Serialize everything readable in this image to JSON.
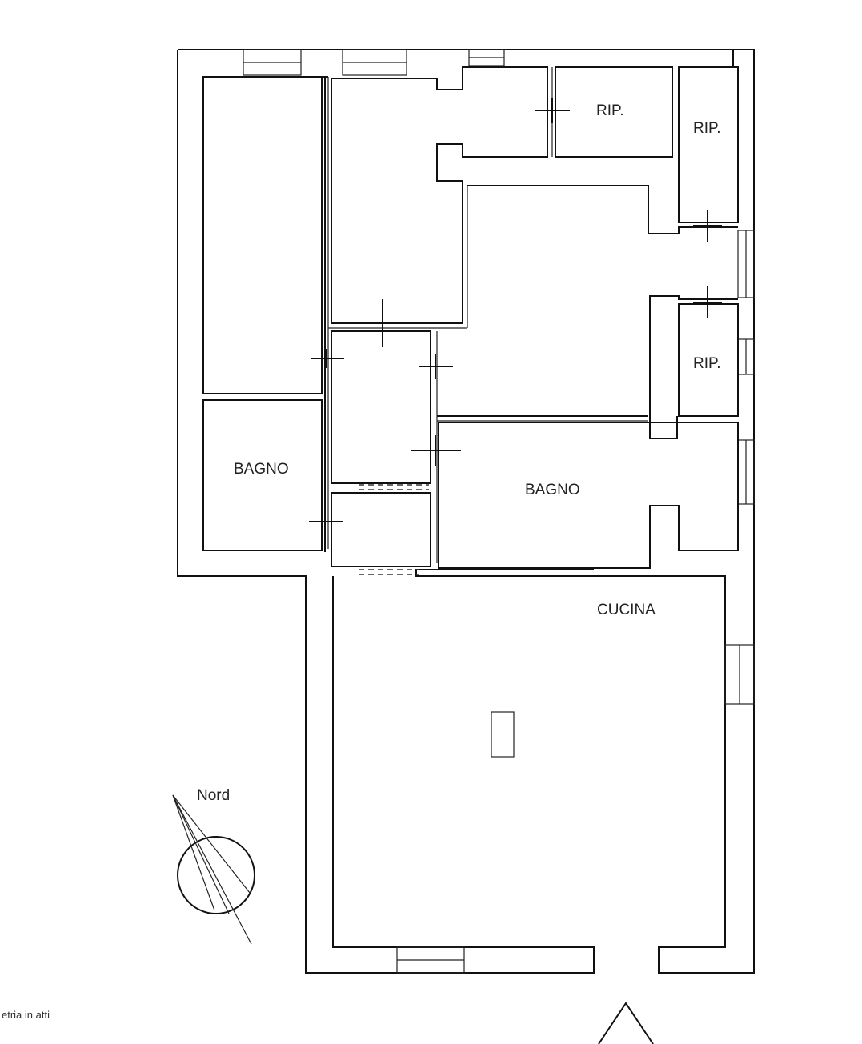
{
  "rooms": {
    "rip_1": "RIP.",
    "rip_2": "RIP.",
    "rip_3": "RIP.",
    "bagno_left": "BAGNO",
    "bagno_right": "BAGNO",
    "cucina": "CUCINA"
  },
  "compass": {
    "label": "Nord"
  },
  "footer": {
    "note": "etria in atti"
  },
  "colors": {
    "line": "#111111",
    "background": "#ffffff"
  }
}
